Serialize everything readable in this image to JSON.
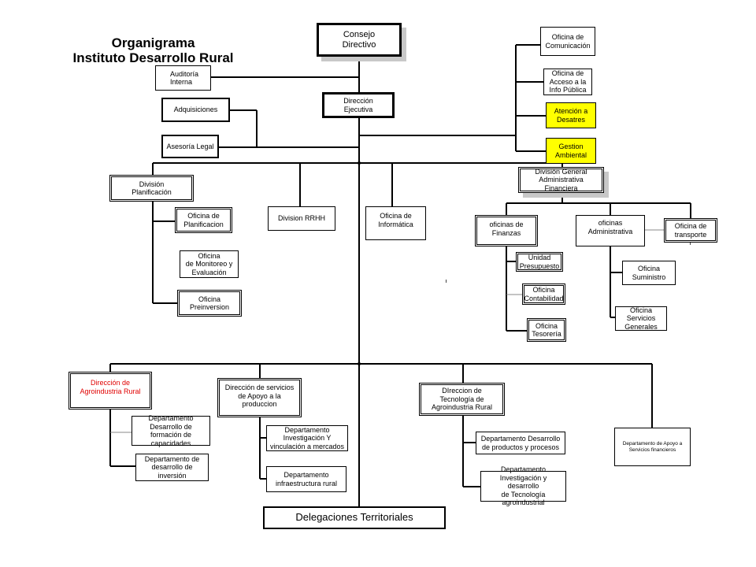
{
  "title": {
    "line1": "Organigrama",
    "line2": "Instituto Desarrollo Rural"
  },
  "nodes": {
    "consejo_directivo": "Consejo\nDirectivo",
    "auditoria_interna": "Auditoría\nInterna",
    "direccion_ejecutiva": "Dirección\nEjecutiva",
    "adquisiciones": "Adquisiciones",
    "asesoria_legal": "Asesoría Legal",
    "oficina_comunicacion": "Oficina de\nComunicación",
    "oficina_acceso_info": "Oficina de\nAcceso a la\nInfo Pública",
    "atencion_desastres": "Atención a\nDesatres",
    "gestion_ambiental": "Gestion\nAmbiental",
    "division_planificacion": "División\nPlanificación",
    "oficina_planificacion": "Oficina de\nPlanificacion",
    "oficina_monitoreo": "Oficina\nde Monitoreo y\nEvaluación",
    "oficina_preinversion": "Oficina\nPreinversion",
    "division_rrhh": "Division RRHH",
    "oficina_informatica": "Oficina de\nInformática",
    "division_general_admin": "División  General\nAdministrativa\nFinanciera",
    "oficinas_finanzas": "oficinas de\nFinanzas",
    "unidad_presupuesto": "Unidad\nPresupuesto",
    "oficina_contabilidad": "Oficina\nContabilidad",
    "oficina_tesoreria": "Oficina\nTesorería",
    "oficinas_administrativa": "oficinas\nAdministrativa",
    "oficina_transporte": "Oficina de\ntransporte",
    "oficina_suministro": "Oficina\nSuministro",
    "oficina_servicios_generales": "Oficina\nServicios\nGenerales",
    "direccion_agroindustria": "Dirección de\nAgroindustria  Rural",
    "depto_formacion": "Departamento\nDesarrollo de\nformación de\ncapacidades",
    "depto_desarrollo_inversion": "Departamento de\ndesarrollo de\ninversión",
    "direccion_servicios_apoyo": "Dirección de servicios\nde Apoyo a la\nproduccion",
    "depto_investigacion_vinculacion": "Departamento\nInvestigación Y\nvinculación a mercados",
    "depto_infraestructura": "Departamento\ninfraestructura rural",
    "direccion_tecnologia": "DIreccion de\nTecnología de\nAgroindustria Rural",
    "depto_productos_procesos": "Departamento  Desarrollo\nde productos y procesos",
    "depto_investigacion_tecnologia": "Departamento\nInvestigación y desarrollo\nde Tecnología\nagroindustrial",
    "depto_servicios_financieros": "Departamento de Apoyo a\nServicios financieros",
    "delegaciones_territoriales": "Delegaciones Territoriales"
  },
  "colors": {
    "line": "#000000",
    "highlight": "#ffff00",
    "shadow": "#c8c8c8",
    "red_text": "#e00000"
  }
}
